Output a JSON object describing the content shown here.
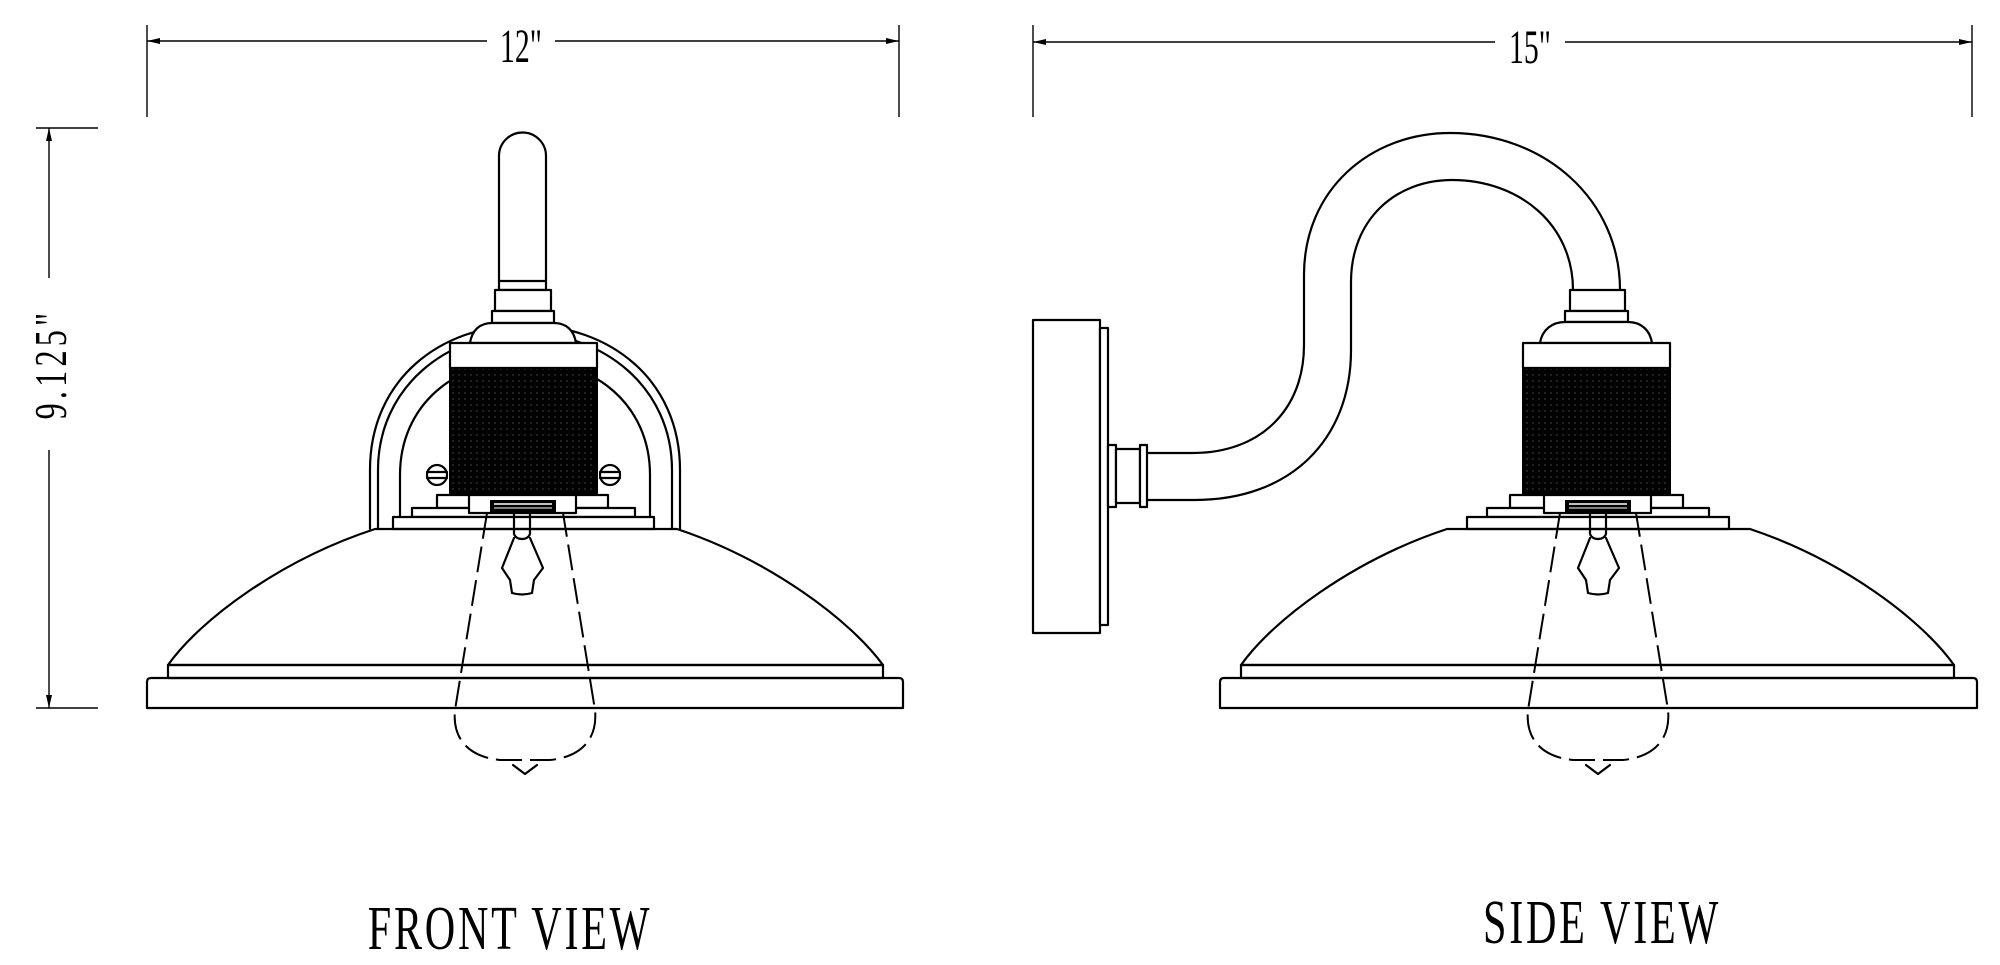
{
  "drawing": {
    "type": "technical dimension drawing",
    "subject": "wall sconce light fixture",
    "line_color": "#000000",
    "background_color": "#ffffff"
  },
  "dimensions": {
    "front_width": "12\"",
    "side_depth": "15\"",
    "height": "9.125\""
  },
  "views": [
    {
      "id": "front",
      "label": "FRONT VIEW"
    },
    {
      "id": "side",
      "label": "SIDE VIEW"
    }
  ]
}
